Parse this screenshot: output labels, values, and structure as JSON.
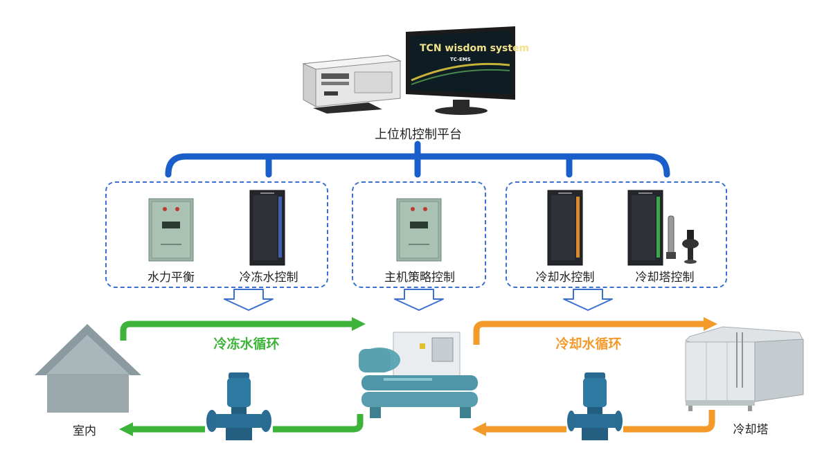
{
  "platform": {
    "label": "上位机控制平台",
    "screen_title": "TCN wisdom system",
    "screen_subtitle": "TC-EMS"
  },
  "groups": [
    {
      "items": [
        "水力平衡",
        "冷冻水控制"
      ]
    },
    {
      "items": [
        "主机策略控制"
      ]
    },
    {
      "items": [
        "冷却水控制",
        "冷却塔控制"
      ]
    }
  ],
  "flows": {
    "chilled": "冷冻水循环",
    "cooling": "冷却水循环"
  },
  "nodes": {
    "indoor": "室内",
    "tower": "冷却塔"
  },
  "colors": {
    "bus": "#1a5fc9",
    "chilled": "#3db33a",
    "cooling": "#f39a2b",
    "dashed": "#3a6fd1"
  }
}
